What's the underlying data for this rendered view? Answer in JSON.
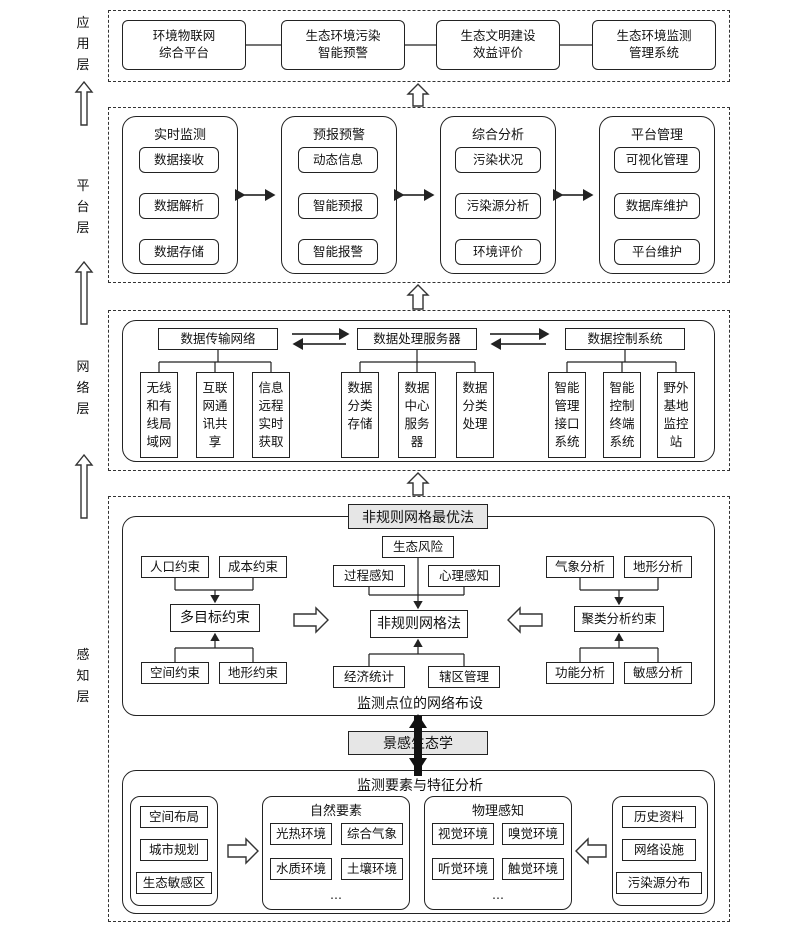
{
  "layers": {
    "app": "应\n用\n层",
    "platform": "平\n台\n层",
    "network": "网\n络\n层",
    "sensing": "感\n知\n层"
  },
  "app_layer": {
    "items": [
      "环境物联网\n综合平台",
      "生态环境污染\n智能预警",
      "生态文明建设\n效益评价",
      "生态环境监测\n管理系统"
    ]
  },
  "platform_layer": {
    "groups": [
      {
        "title": "实时监测",
        "items": [
          "数据接收",
          "数据解析",
          "数据存储"
        ]
      },
      {
        "title": "预报预警",
        "items": [
          "动态信息",
          "智能预报",
          "智能报警"
        ]
      },
      {
        "title": "综合分析",
        "items": [
          "污染状况",
          "污染源分析",
          "环境评价"
        ]
      },
      {
        "title": "平台管理",
        "items": [
          "可视化管理",
          "数据库维护",
          "平台维护"
        ]
      }
    ]
  },
  "network_layer": {
    "heads": [
      "数据传输网络",
      "数据处理服务器",
      "数据控制系统"
    ],
    "leaves": [
      "无线\n和有\n线局\n域网",
      "互联\n网通\n讯共\n享",
      "信息\n远程\n实时\n获取",
      "数据\n分类\n存储",
      "数据\n中心\n服务\n器",
      "数据\n分类\n处理",
      "智能\n管理\n接口\n系统",
      "智能\n控制\n终端\n系统",
      "野外\n基地\n监控\n站"
    ]
  },
  "sensing_layer": {
    "method_title": "非规则网格最优法",
    "left": {
      "top": [
        "人口约束",
        "成本约束"
      ],
      "center": "多目标约束",
      "bottom": [
        "空间约束",
        "地形约束"
      ]
    },
    "middle": {
      "risk": "生态风险",
      "perception": [
        "过程感知",
        "心理感知"
      ],
      "center": "非规则网格法",
      "bottom": [
        "经济统计",
        "辖区管理"
      ]
    },
    "right": {
      "top": [
        "气象分析",
        "地形分析"
      ],
      "center": "聚类分析约束",
      "bottom": [
        "功能分析",
        "敏感分析"
      ]
    },
    "network_layout": "监测点位的网络布设",
    "landscape": "景感生态学",
    "elements_title": "监测要素与特征分析",
    "planning": [
      "空间布局",
      "城市规划",
      "生态敏感区"
    ],
    "natural": {
      "title": "自然要素",
      "items": [
        "光热环境",
        "综合气象",
        "水质环境",
        "土壤环境"
      ],
      "more": "…"
    },
    "physical": {
      "title": "物理感知",
      "items": [
        "视觉环境",
        "嗅觉环境",
        "听觉环境",
        "触觉环境"
      ],
      "more": "…"
    },
    "sources": [
      "历史资料",
      "网络设施",
      "污染源分布"
    ]
  }
}
